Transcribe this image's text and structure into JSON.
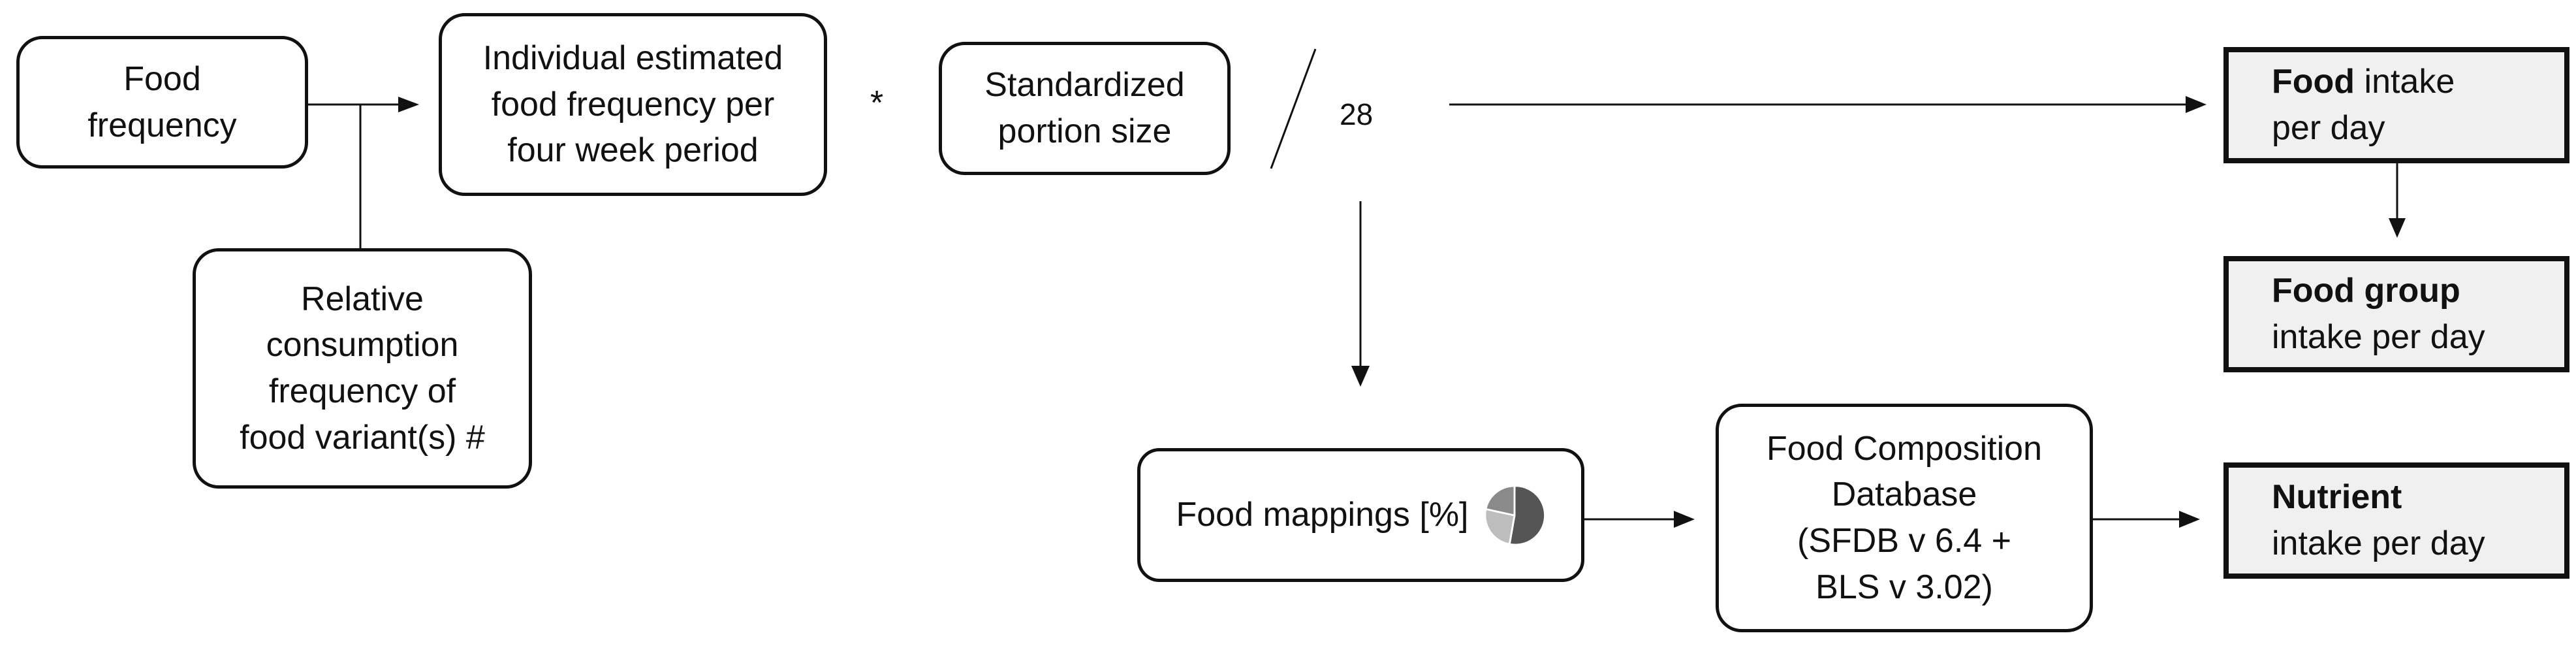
{
  "boxes": {
    "food_frequency": "Food\nfrequency",
    "individual_frequency": "Individual estimated\nfood frequency per\nfour week period",
    "portion_size": "Standardized\nportion size",
    "relative_consumption": "Relative\nconsumption\nfrequency of\nfood variant(s) #",
    "food_mappings": "Food mappings [%]",
    "composition_db": "Food Composition\nDatabase\n(SFDB v 6.4 +\nBLS v 3.02)"
  },
  "operators": {
    "multiply": "*",
    "divisor": "28"
  },
  "outputs": {
    "food_intake": {
      "bold": "Food",
      "rest": " intake\nper day"
    },
    "food_group_intake": {
      "bold": "Food group",
      "rest": "\nintake per day"
    },
    "nutrient_intake": {
      "bold": "Nutrient",
      "rest": "\nintake per day"
    }
  },
  "colors": {
    "line": "#111111",
    "output_fill": "#f0f0f0",
    "pie_dark": "#555555",
    "pie_mid": "#8a8a8a",
    "pie_light": "#bdbdbd"
  }
}
